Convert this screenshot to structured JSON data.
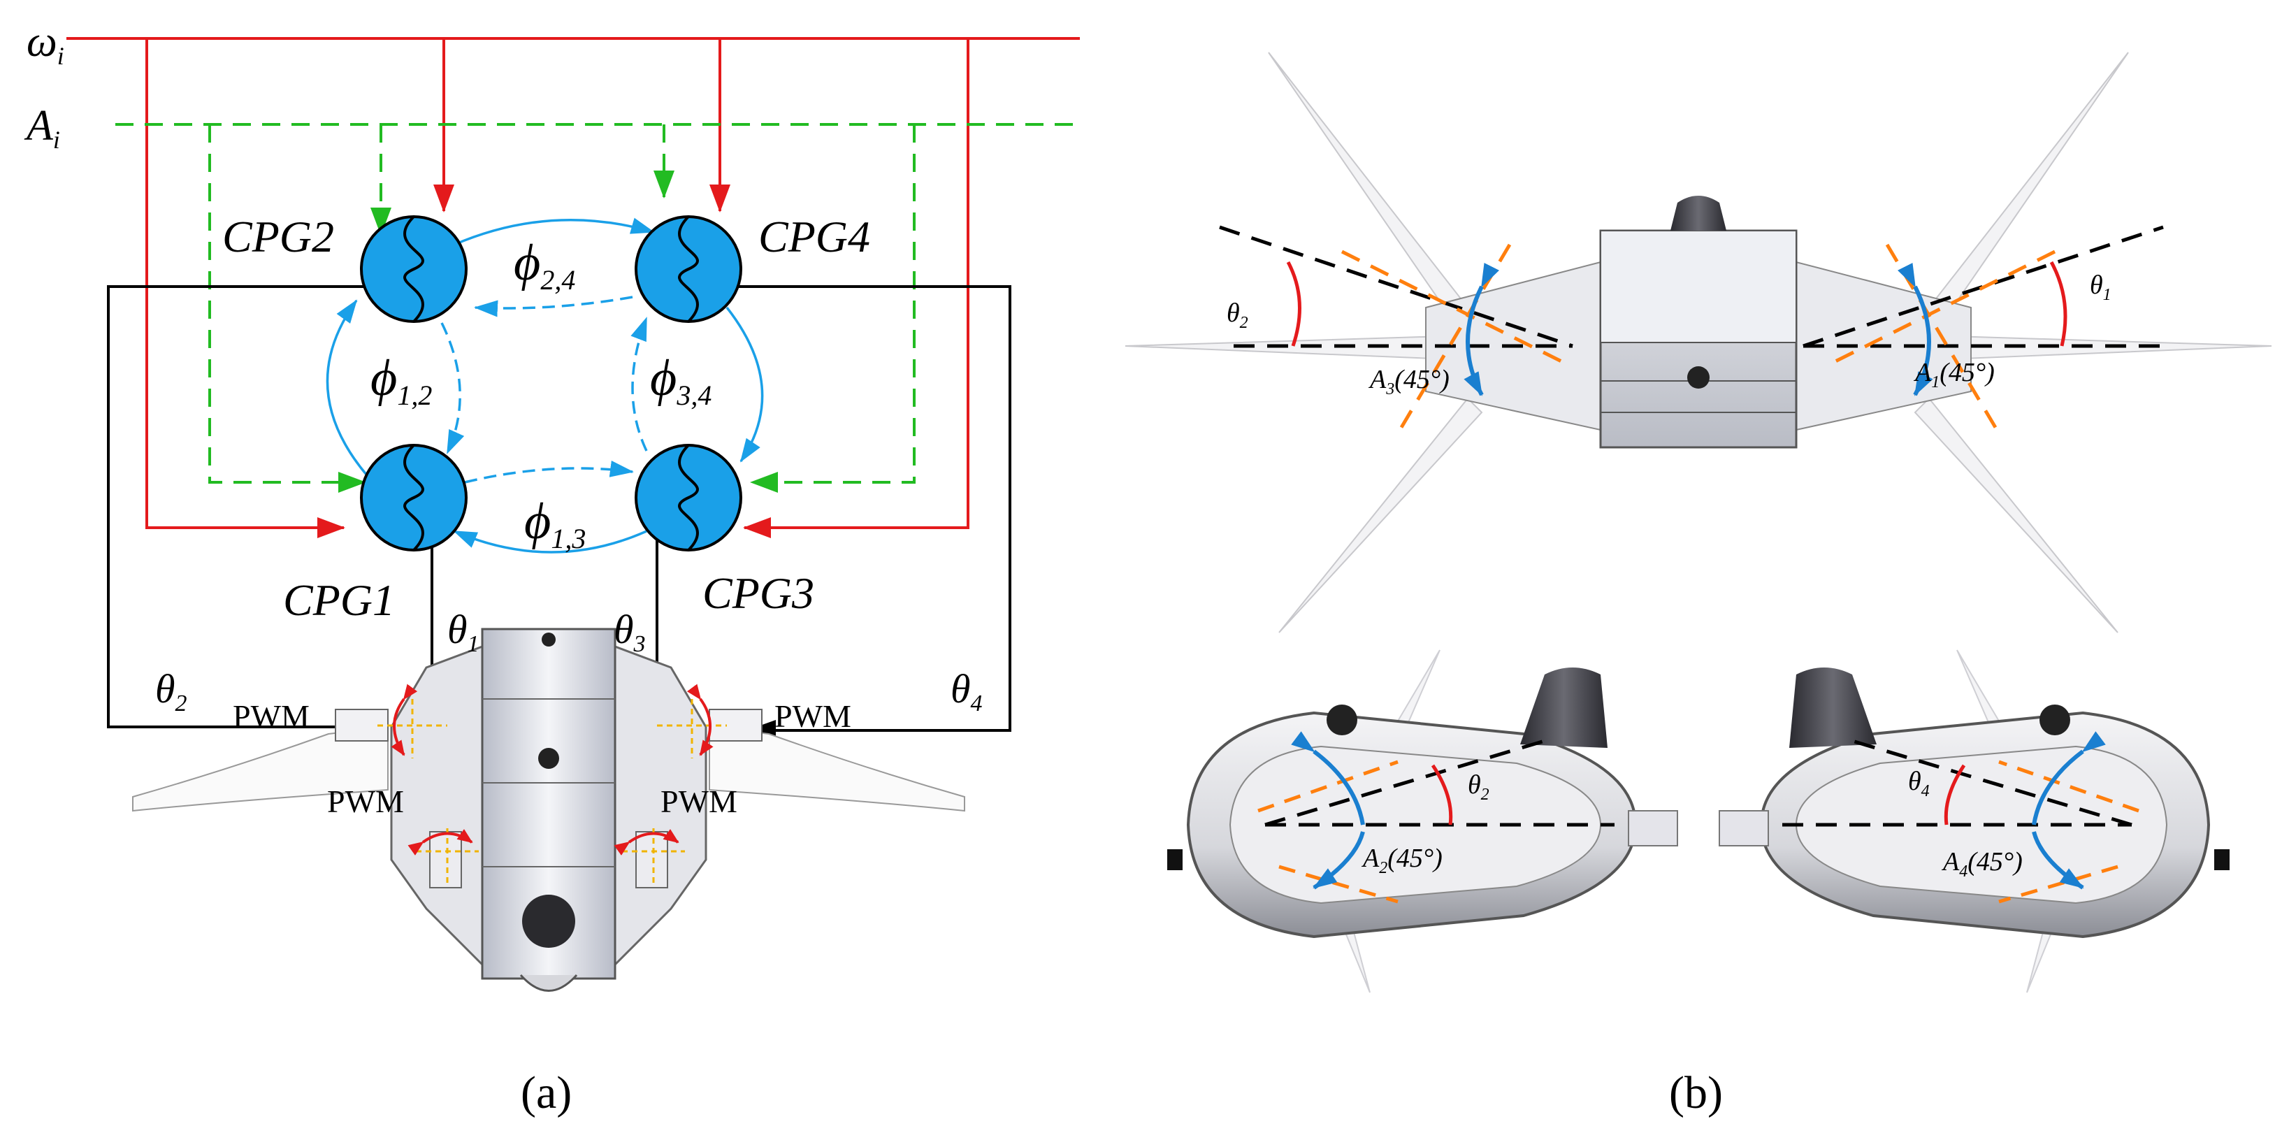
{
  "figure": {
    "panel_a_label": "(a)",
    "panel_b_label": "(b)"
  },
  "signals": {
    "omega": {
      "base": "ω",
      "sub": "i"
    },
    "amp": {
      "base": "A",
      "sub": "i"
    }
  },
  "cpg": {
    "nodes": [
      {
        "id": "cpg1",
        "text": "CPG1"
      },
      {
        "id": "cpg2",
        "text": "CPG2"
      },
      {
        "id": "cpg3",
        "text": "CPG3"
      },
      {
        "id": "cpg4",
        "text": "CPG4"
      }
    ],
    "couplings": [
      {
        "base": "ϕ",
        "sub": "2,4"
      },
      {
        "base": "ϕ",
        "sub": "1,2"
      },
      {
        "base": "ϕ",
        "sub": "3,4"
      },
      {
        "base": "ϕ",
        "sub": "1,3"
      }
    ]
  },
  "outputs": [
    {
      "base": "θ",
      "sub": "1"
    },
    {
      "base": "θ",
      "sub": "2"
    },
    {
      "base": "θ",
      "sub": "3"
    },
    {
      "base": "θ",
      "sub": "4"
    }
  ],
  "pwm_label": "PWM",
  "panel_b": {
    "angles": [
      {
        "base": "θ",
        "sub": "2"
      },
      {
        "base": "θ",
        "sub": "1"
      },
      {
        "base": "θ",
        "sub": "2"
      },
      {
        "base": "θ",
        "sub": "4"
      }
    ],
    "amplitudes": [
      {
        "base": "A",
        "sub": "3",
        "tail": "(45°)"
      },
      {
        "base": "A",
        "sub": "1",
        "tail": "(45°)"
      },
      {
        "base": "A",
        "sub": "2",
        "tail": "(45°)"
      },
      {
        "base": "A",
        "sub": "4",
        "tail": "(45°)"
      }
    ]
  },
  "colors": {
    "omega_line": "#e41a1c",
    "amp_line": "#22bb22",
    "cpg_fill": "#1aa0e8",
    "coupling_arrow": "#1aa0e8",
    "amplitude_arc": "#1a7fd0",
    "angle_arc": "#e41a1c",
    "fin_axis": "#ff7f0e",
    "output_line": "#000000"
  }
}
